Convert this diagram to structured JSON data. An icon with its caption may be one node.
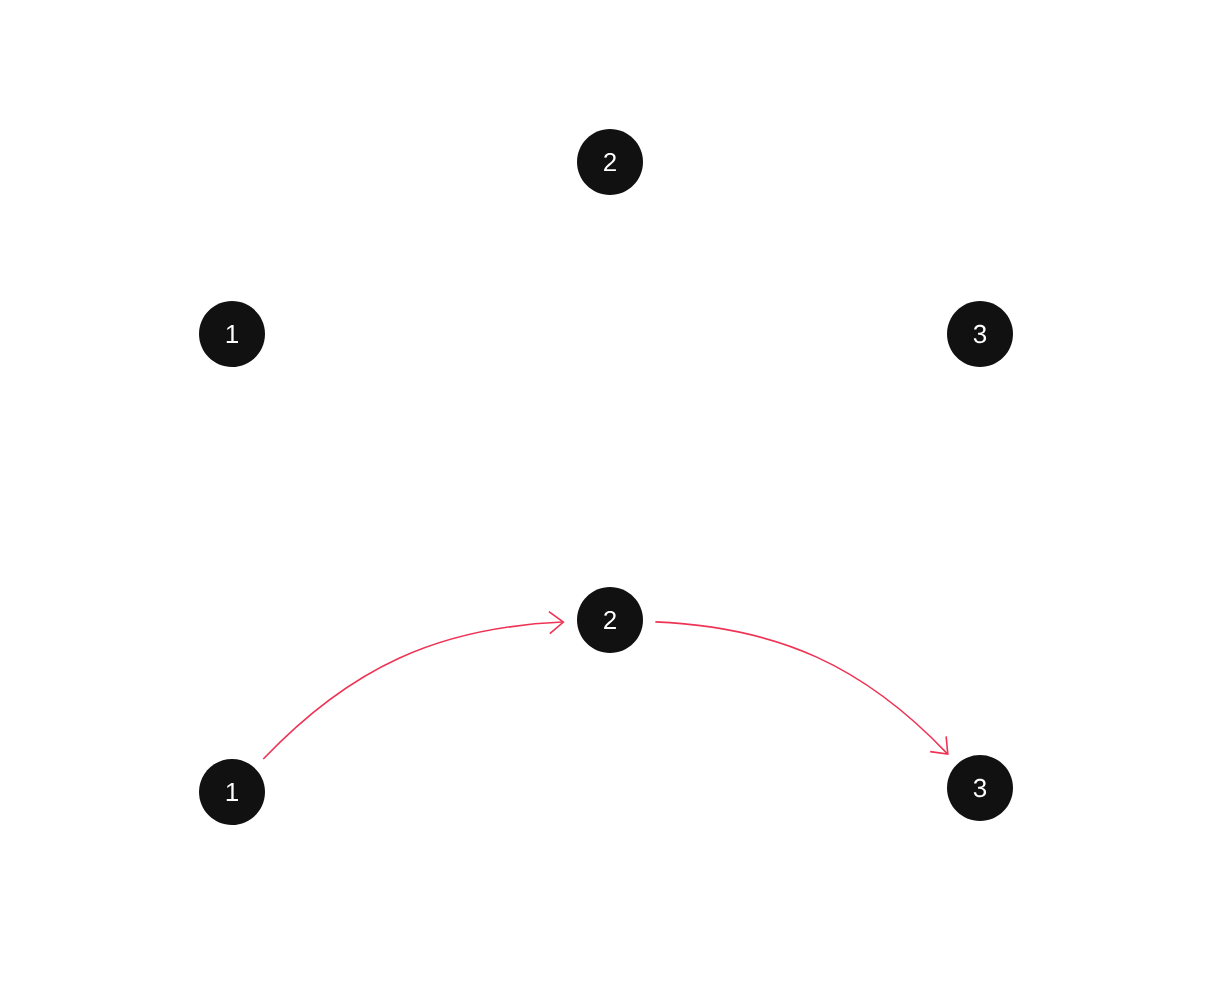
{
  "diagram": {
    "nodes": [
      {
        "text": [
          "1"
        ]
      },
      {
        "text": [
          "2"
        ]
      },
      {
        "text": [
          "3"
        ]
      },
      {
        "text": [
          "1"
        ]
      },
      {
        "text": [
          "2"
        ]
      },
      {
        "text": [
          "3"
        ]
      }
    ],
    "edges": [
      {
        "from": 3,
        "to": 4,
        "arrow": "to"
      },
      {
        "from": 4,
        "to": 5,
        "arrow": "to"
      }
    ]
  }
}
